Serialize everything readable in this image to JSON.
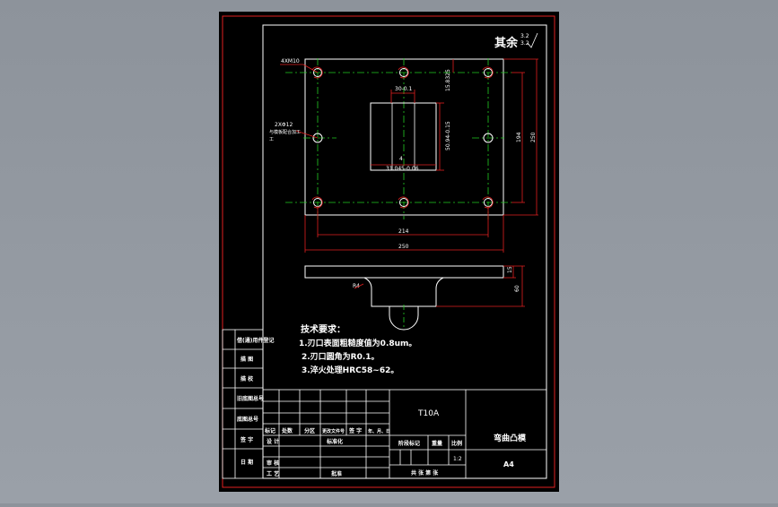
{
  "drawing": {
    "roughness": {
      "label": "其余",
      "value_top": "3.2",
      "value_bottom": "3.2"
    },
    "callouts": {
      "holes_top": "4XM10",
      "holes_side_1": "2XΦ12",
      "holes_side_2": "与模板配合加工",
      "holes_side_3": "工"
    },
    "dimensions": {
      "slot_width": "30-0.1",
      "top_offset": "15.8325",
      "opening_height": "50.94-0.15",
      "opening_width": "31.045-0.06",
      "opening_ref": "4",
      "right_inner": "194",
      "right_outer": "250",
      "bottom_inner": "214",
      "bottom_outer": "250",
      "side_thick": "15",
      "side_height": "60",
      "radius": "R4"
    },
    "notes": {
      "title": "技术要求：",
      "line1": "1.刃口表面粗糙度值为0.8um。",
      "line2": "2.刃口圆角为R0.1。",
      "line3": "3.淬火处理HRC58~62。"
    },
    "side_block": {
      "row1": "借(通)用件登记",
      "row2": "描 图",
      "row3": "描 校",
      "row4": "旧底图总号",
      "row5": "底图总号",
      "row6": "签 字",
      "row7": "日 期"
    },
    "title_block": {
      "material": "T10A",
      "part_name": "弯曲凸模",
      "sheet_size": "A4",
      "hdr_mark": "标记",
      "hdr_count": "处数",
      "hdr_zone": "分区",
      "hdr_doc": "更改文件号",
      "hdr_sign": "签 字",
      "hdr_date": "年、月、日",
      "row_design": "设 计",
      "row_std": "标准化",
      "row_review": "审 核",
      "row_craft": "工 艺",
      "row_approve": "批准",
      "stage_mark": "阶段标记",
      "weight": "重量",
      "scale_label": "比例",
      "scale_value": "1:2",
      "sheets": "共 张 第 张"
    }
  }
}
